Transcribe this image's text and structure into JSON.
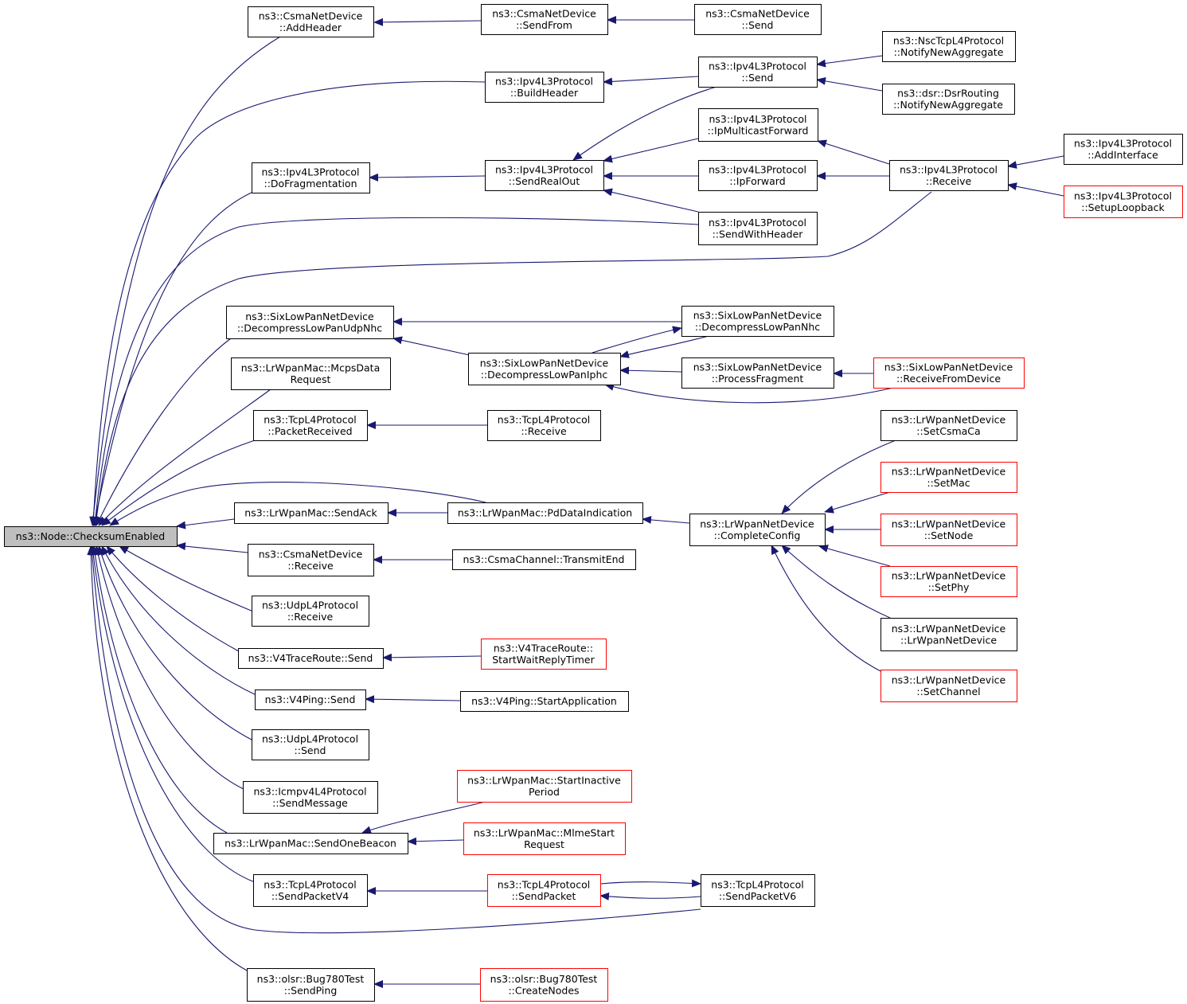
{
  "colors": {
    "edge": "#191970",
    "focus_fill": "#bfbfbf",
    "box_border": "#000000",
    "incomplete_border": "#ff0000",
    "box_fill": "#ffffff",
    "text": "#000000"
  },
  "nodes": {
    "checksum": {
      "lines": [
        "ns3::Node::ChecksumEnabled"
      ],
      "kind": "focus"
    },
    "csma_addhdr": {
      "lines": [
        "ns3::CsmaNetDevice",
        "::AddHeader"
      ],
      "kind": "normal"
    },
    "csma_sendfrom": {
      "lines": [
        "ns3::CsmaNetDevice",
        "::SendFrom"
      ],
      "kind": "normal"
    },
    "csma_send": {
      "lines": [
        "ns3::CsmaNetDevice",
        "::Send"
      ],
      "kind": "normal"
    },
    "ipv4_buildhdr": {
      "lines": [
        "ns3::Ipv4L3Protocol",
        "::BuildHeader"
      ],
      "kind": "normal"
    },
    "ipv4_send": {
      "lines": [
        "ns3::Ipv4L3Protocol",
        "::Send"
      ],
      "kind": "normal"
    },
    "nsc_notify": {
      "lines": [
        "ns3::NscTcpL4Protocol",
        "::NotifyNewAggregate"
      ],
      "kind": "normal"
    },
    "dsr_notify": {
      "lines": [
        "ns3::dsr::DsrRouting",
        "::NotifyNewAggregate"
      ],
      "kind": "normal"
    },
    "ipv4_mcfwd": {
      "lines": [
        "ns3::Ipv4L3Protocol",
        "::IpMulticastForward"
      ],
      "kind": "normal"
    },
    "ipv4_frag": {
      "lines": [
        "ns3::Ipv4L3Protocol",
        "::DoFragmentation"
      ],
      "kind": "normal"
    },
    "ipv4_sendrealout": {
      "lines": [
        "ns3::Ipv4L3Protocol",
        "::SendRealOut"
      ],
      "kind": "normal"
    },
    "ipv4_ipfwd": {
      "lines": [
        "ns3::Ipv4L3Protocol",
        "::IpForward"
      ],
      "kind": "normal"
    },
    "ipv4_receive": {
      "lines": [
        "ns3::Ipv4L3Protocol",
        "::Receive"
      ],
      "kind": "normal"
    },
    "ipv4_addif": {
      "lines": [
        "ns3::Ipv4L3Protocol",
        "::AddInterface"
      ],
      "kind": "normal"
    },
    "ipv4_loopback": {
      "lines": [
        "ns3::Ipv4L3Protocol",
        "::SetupLoopback"
      ],
      "kind": "incomplete"
    },
    "ipv4_sendwh": {
      "lines": [
        "ns3::Ipv4L3Protocol",
        "::SendWithHeader"
      ],
      "kind": "normal"
    },
    "sixlp_udpnhc": {
      "lines": [
        "ns3::SixLowPanNetDevice",
        "::DecompressLowPanUdpNhc"
      ],
      "kind": "normal"
    },
    "sixlp_nhc": {
      "lines": [
        "ns3::SixLowPanNetDevice",
        "::DecompressLowPanNhc"
      ],
      "kind": "normal"
    },
    "sixlp_iphc": {
      "lines": [
        "ns3::SixLowPanNetDevice",
        "::DecompressLowPanIphc"
      ],
      "kind": "normal"
    },
    "sixlp_procfrag": {
      "lines": [
        "ns3::SixLowPanNetDevice",
        "::ProcessFragment"
      ],
      "kind": "normal"
    },
    "sixlp_recvdev": {
      "lines": [
        "ns3::SixLowPanNetDevice",
        "::ReceiveFromDevice"
      ],
      "kind": "incomplete"
    },
    "lrmac_mcps": {
      "lines": [
        "ns3::LrWpanMac::McpsData",
        "Request"
      ],
      "kind": "normal"
    },
    "tcp_pktrecv": {
      "lines": [
        "ns3::TcpL4Protocol",
        "::PacketReceived"
      ],
      "kind": "normal"
    },
    "tcp_receive": {
      "lines": [
        "ns3::TcpL4Protocol",
        "::Receive"
      ],
      "kind": "normal"
    },
    "lrnd_csmaca": {
      "lines": [
        "ns3::LrWpanNetDevice",
        "::SetCsmaCa"
      ],
      "kind": "normal"
    },
    "lrnd_setmac": {
      "lines": [
        "ns3::LrWpanNetDevice",
        "::SetMac"
      ],
      "kind": "incomplete"
    },
    "lrmac_sendack": {
      "lines": [
        "ns3::LrWpanMac::SendAck"
      ],
      "kind": "normal"
    },
    "lrmac_pddata": {
      "lines": [
        "ns3::LrWpanMac::PdDataIndication"
      ],
      "kind": "normal"
    },
    "lrnd_complete": {
      "lines": [
        "ns3::LrWpanNetDevice",
        "::CompleteConfig"
      ],
      "kind": "normal"
    },
    "lrnd_setnode": {
      "lines": [
        "ns3::LrWpanNetDevice",
        "::SetNode"
      ],
      "kind": "incomplete"
    },
    "csma_receive": {
      "lines": [
        "ns3::CsmaNetDevice",
        "::Receive"
      ],
      "kind": "normal"
    },
    "csmach_txend": {
      "lines": [
        "ns3::CsmaChannel::TransmitEnd"
      ],
      "kind": "normal"
    },
    "lrnd_setphy": {
      "lines": [
        "ns3::LrWpanNetDevice",
        "::SetPhy"
      ],
      "kind": "incomplete"
    },
    "udp_receive": {
      "lines": [
        "ns3::UdpL4Protocol",
        "::Receive"
      ],
      "kind": "normal"
    },
    "lrnd_ctor": {
      "lines": [
        "ns3::LrWpanNetDevice",
        "::LrWpanNetDevice"
      ],
      "kind": "normal"
    },
    "v4tr_send": {
      "lines": [
        "ns3::V4TraceRoute::Send"
      ],
      "kind": "normal"
    },
    "v4tr_timer": {
      "lines": [
        "ns3::V4TraceRoute::",
        "StartWaitReplyTimer"
      ],
      "kind": "incomplete"
    },
    "lrnd_setchan": {
      "lines": [
        "ns3::LrWpanNetDevice",
        "::SetChannel"
      ],
      "kind": "incomplete"
    },
    "v4ping_send": {
      "lines": [
        "ns3::V4Ping::Send"
      ],
      "kind": "normal"
    },
    "v4ping_start": {
      "lines": [
        "ns3::V4Ping::StartApplication"
      ],
      "kind": "normal"
    },
    "udp_send": {
      "lines": [
        "ns3::UdpL4Protocol",
        "::Send"
      ],
      "kind": "normal"
    },
    "icmp_sendmsg": {
      "lines": [
        "ns3::Icmpv4L4Protocol",
        "::SendMessage"
      ],
      "kind": "normal"
    },
    "lrmac_inactive": {
      "lines": [
        "ns3::LrWpanMac::StartInactive",
        "Period"
      ],
      "kind": "incomplete"
    },
    "lrmac_beacon": {
      "lines": [
        "ns3::LrWpanMac::SendOneBeacon"
      ],
      "kind": "normal"
    },
    "lrmac_mlme": {
      "lines": [
        "ns3::LrWpanMac::MlmeStart",
        "Request"
      ],
      "kind": "incomplete"
    },
    "tcp_sendv4": {
      "lines": [
        "ns3::TcpL4Protocol",
        "::SendPacketV4"
      ],
      "kind": "normal"
    },
    "tcp_sendpkt": {
      "lines": [
        "ns3::TcpL4Protocol",
        "::SendPacket"
      ],
      "kind": "incomplete"
    },
    "tcp_sendv6": {
      "lines": [
        "ns3::TcpL4Protocol",
        "::SendPacketV6"
      ],
      "kind": "normal"
    },
    "olsr_ping": {
      "lines": [
        "ns3::olsr::Bug780Test",
        "::SendPing"
      ],
      "kind": "normal"
    },
    "olsr_create": {
      "lines": [
        "ns3::olsr::Bug780Test",
        "::CreateNodes"
      ],
      "kind": "incomplete"
    }
  },
  "edges": [
    [
      "csma_addhdr",
      "checksum"
    ],
    [
      "ipv4_buildhdr",
      "checksum"
    ],
    [
      "ipv4_frag",
      "checksum"
    ],
    [
      "ipv4_sendwh",
      "checksum"
    ],
    [
      "ipv4_receive",
      "checksum"
    ],
    [
      "sixlp_udpnhc",
      "checksum"
    ],
    [
      "lrmac_mcps",
      "checksum"
    ],
    [
      "tcp_pktrecv",
      "checksum"
    ],
    [
      "lrmac_pddata",
      "checksum"
    ],
    [
      "lrmac_sendack",
      "checksum"
    ],
    [
      "csma_receive",
      "checksum"
    ],
    [
      "udp_receive",
      "checksum"
    ],
    [
      "v4tr_send",
      "checksum"
    ],
    [
      "v4ping_send",
      "checksum"
    ],
    [
      "udp_send",
      "checksum"
    ],
    [
      "icmp_sendmsg",
      "checksum"
    ],
    [
      "lrmac_beacon",
      "checksum"
    ],
    [
      "tcp_sendv4",
      "checksum"
    ],
    [
      "tcp_sendv6",
      "checksum"
    ],
    [
      "olsr_ping",
      "checksum"
    ],
    [
      "csma_sendfrom",
      "csma_addhdr"
    ],
    [
      "csma_send",
      "csma_sendfrom"
    ],
    [
      "ipv4_send",
      "ipv4_buildhdr"
    ],
    [
      "nsc_notify",
      "ipv4_send"
    ],
    [
      "dsr_notify",
      "ipv4_send"
    ],
    [
      "ipv4_sendrealout",
      "ipv4_frag"
    ],
    [
      "ipv4_send",
      "ipv4_sendrealout"
    ],
    [
      "ipv4_mcfwd",
      "ipv4_sendrealout"
    ],
    [
      "ipv4_ipfwd",
      "ipv4_sendrealout"
    ],
    [
      "ipv4_sendwh",
      "ipv4_sendrealout"
    ],
    [
      "ipv4_receive",
      "ipv4_mcfwd"
    ],
    [
      "ipv4_receive",
      "ipv4_ipfwd"
    ],
    [
      "ipv4_addif",
      "ipv4_receive"
    ],
    [
      "ipv4_loopback",
      "ipv4_receive"
    ],
    [
      "sixlp_nhc",
      "sixlp_udpnhc"
    ],
    [
      "sixlp_iphc",
      "sixlp_udpnhc"
    ],
    [
      "sixlp_nhc",
      "sixlp_iphc"
    ],
    [
      "sixlp_iphc",
      "sixlp_nhc"
    ],
    [
      "sixlp_procfrag",
      "sixlp_iphc"
    ],
    [
      "sixlp_recvdev",
      "sixlp_iphc"
    ],
    [
      "sixlp_recvdev",
      "sixlp_procfrag"
    ],
    [
      "tcp_receive",
      "tcp_pktrecv"
    ],
    [
      "lrmac_pddata",
      "lrmac_sendack"
    ],
    [
      "lrnd_complete",
      "lrmac_pddata"
    ],
    [
      "lrnd_csmaca",
      "lrnd_complete"
    ],
    [
      "lrnd_setmac",
      "lrnd_complete"
    ],
    [
      "lrnd_setnode",
      "lrnd_complete"
    ],
    [
      "lrnd_setphy",
      "lrnd_complete"
    ],
    [
      "lrnd_ctor",
      "lrnd_complete"
    ],
    [
      "lrnd_setchan",
      "lrnd_complete"
    ],
    [
      "csmach_txend",
      "csma_receive"
    ],
    [
      "v4tr_timer",
      "v4tr_send"
    ],
    [
      "v4ping_start",
      "v4ping_send"
    ],
    [
      "lrmac_inactive",
      "lrmac_beacon"
    ],
    [
      "lrmac_mlme",
      "lrmac_beacon"
    ],
    [
      "tcp_sendpkt",
      "tcp_sendv4"
    ],
    [
      "tcp_sendv6",
      "tcp_sendpkt"
    ],
    [
      "tcp_sendpkt",
      "tcp_sendv6"
    ],
    [
      "olsr_create",
      "olsr_ping"
    ]
  ]
}
